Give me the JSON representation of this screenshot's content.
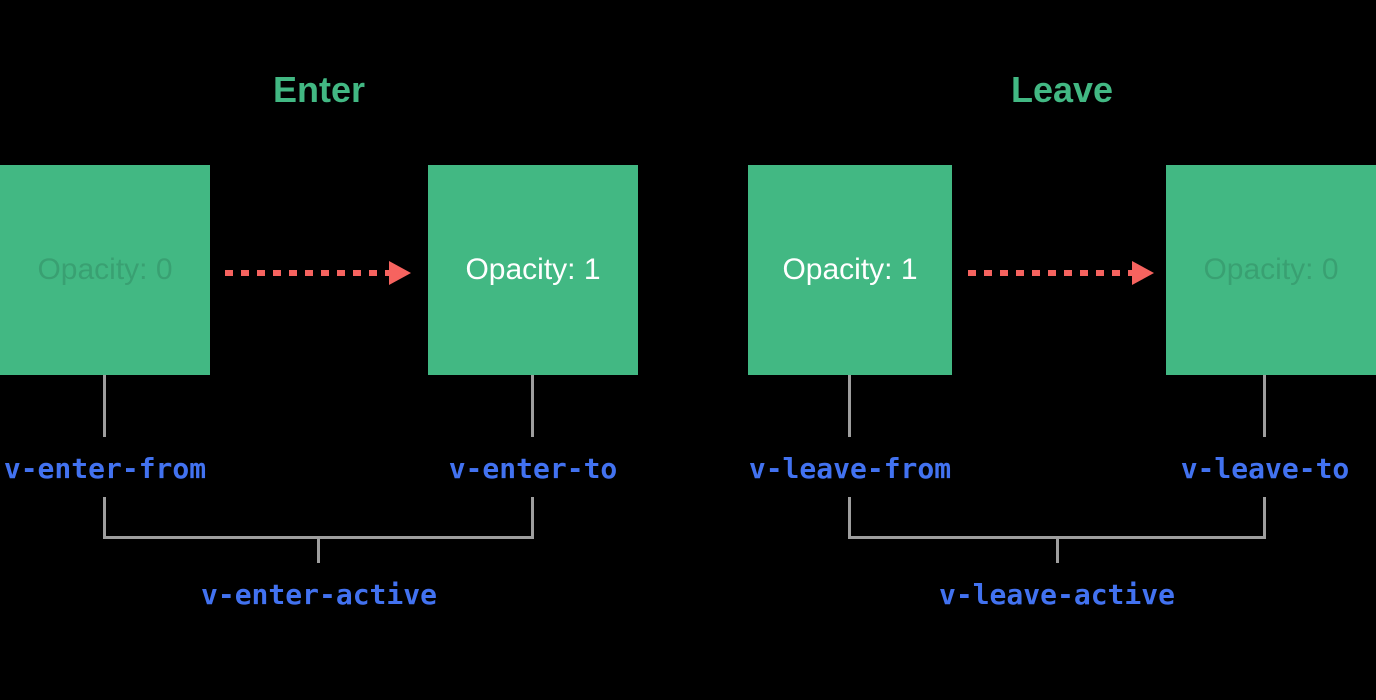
{
  "colors": {
    "background": "#000000",
    "green": "#42b883",
    "blue": "#4272f0",
    "red": "#f6635f",
    "gray": "#9e9e9e",
    "white": "#ffffff"
  },
  "enter": {
    "title": "Enter",
    "from_box": {
      "text": "Opacity: 0"
    },
    "to_box": {
      "text": "Opacity: 1"
    },
    "labels": {
      "from": "v-enter-from",
      "to": "v-enter-to",
      "active": "v-enter-active"
    }
  },
  "leave": {
    "title": "Leave",
    "from_box": {
      "text": "Opacity: 1"
    },
    "to_box": {
      "text": "Opacity: 0"
    },
    "labels": {
      "from": "v-leave-from",
      "to": "v-leave-to",
      "active": "v-leave-active"
    }
  }
}
